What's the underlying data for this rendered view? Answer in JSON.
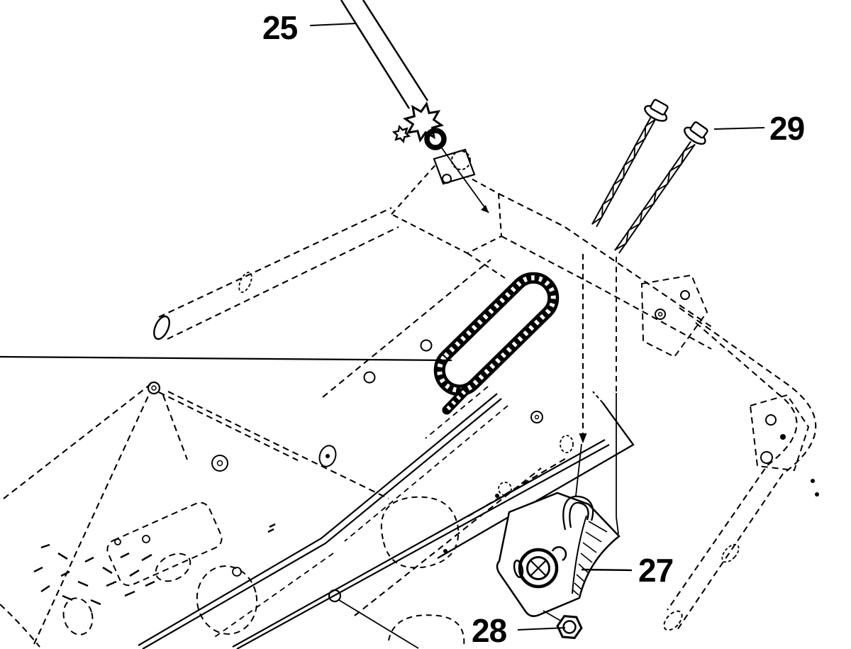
{
  "page": {
    "background": "#ffffff",
    "ink": "#000000"
  },
  "diagram": {
    "type": "exploded-parts-diagram",
    "callouts": [
      {
        "label": "25",
        "part": "shaft-rod-with-sprocket-washer-and-retaining-ring"
      },
      {
        "label": "29",
        "part": "flange-bolt-pair"
      },
      {
        "label": "27",
        "part": "mounting-bracket-with-grommet"
      },
      {
        "label": "28",
        "part": "flange-nut"
      }
    ],
    "unlabeled_parts": [
      "drive-chain",
      "frame-assembly",
      "handle-tube-left",
      "handle-tube-right",
      "support-rails",
      "gearbox-housing"
    ]
  }
}
